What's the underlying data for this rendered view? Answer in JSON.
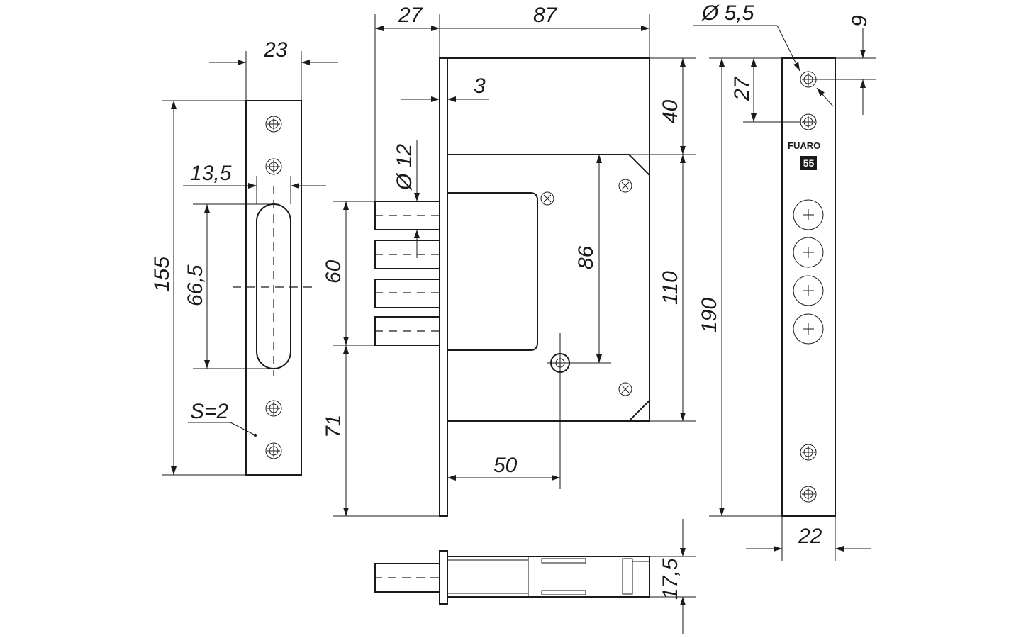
{
  "dimensions": {
    "strike_width": "23",
    "strike_height": "155",
    "slot_width": "13,5",
    "slot_height": "66,5",
    "thickness_label": "S=2",
    "backset": "27",
    "case_depth": "87",
    "faceplate_offset": "3",
    "bolt_diameter": "Ø 12",
    "bolts_span": "60",
    "lower_offset": "71",
    "cylinder_distance": "50",
    "spindle_distance": "86",
    "top_offset": "40",
    "box_height": "110",
    "faceplate_height": "190",
    "screw_diameter": "Ø 5,5",
    "screw_top_offset": "9",
    "screw_spacing": "27",
    "faceplate_width": "22",
    "case_thickness": "17,5"
  },
  "faceplate_marks": {
    "brand": "FUARO",
    "badge": "55"
  }
}
